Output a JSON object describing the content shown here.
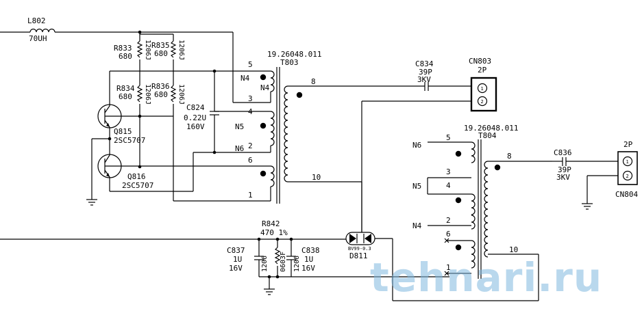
{
  "labels": {
    "l802_ref": "L802",
    "l802_val": "70UH",
    "r833_ref": "R833",
    "r833_val": "680",
    "r833_pkg": "1206J",
    "r835_ref": "R835",
    "r835_val": "680",
    "r835_pkg": "1206J",
    "r834_ref": "R834",
    "r834_val": "680",
    "r834_pkg": "1206J",
    "r836_ref": "R836",
    "r836_val": "680",
    "r836_pkg": "1206J",
    "c824_ref": "C824",
    "c824_val": "0.22U",
    "c824_volt": "160V",
    "q815_ref": "Q815",
    "q815_part": "2SC5707",
    "q816_ref": "Q816",
    "q816_part": "2SC5707",
    "t803_part": "19.26048.011",
    "t803_ref": "T803",
    "t803_n4": "N4",
    "t803_n4b": "N4",
    "t803_n5": "N5",
    "t803_n6": "N6",
    "t803_p5": "5",
    "t803_p3": "3",
    "t803_p4": "4",
    "t803_p2": "2",
    "t803_p6": "6",
    "t803_p1": "1",
    "t803_p8": "8",
    "t803_p10": "10",
    "c834_ref": "C834",
    "c834_val": "39P",
    "c834_volt": "3KV",
    "cn803_ref": "CN803",
    "cn803_type": "2P",
    "cn803_pin1": "1",
    "cn803_pin2": "2",
    "t804_part": "19.26048.011",
    "t804_ref": "T804",
    "t804_n6": "N6",
    "t804_n5": "N5",
    "t804_n4": "N4",
    "t804_p5": "5",
    "t804_p3": "3",
    "t804_p4": "4",
    "t804_p2": "2",
    "t804_p6": "6",
    "t804_p1": "1",
    "t804_p8": "8",
    "t804_p10": "10",
    "c836_ref": "C836",
    "c836_val": "39P",
    "c836_volt": "3KV",
    "cn804_ref": "CN804",
    "cn804_type": "2P",
    "cn804_pin1": "1",
    "cn804_pin2": "2",
    "r842_ref": "R842",
    "r842_val": "470 1%",
    "r842_pkg": "0603F",
    "c837_ref": "C837",
    "c837_val": "1U",
    "c837_volt": "16V",
    "c837_pkg": "1206",
    "c838_ref": "C838",
    "c838_val": "1U",
    "c838_volt": "16V",
    "c838_pkg": "1206",
    "d811_ref": "D811",
    "d811_part": "BV99-0.3"
  },
  "watermark": "tehnari.ru",
  "colors": {
    "ink": "#000000",
    "watermark": "#7fb8de"
  }
}
